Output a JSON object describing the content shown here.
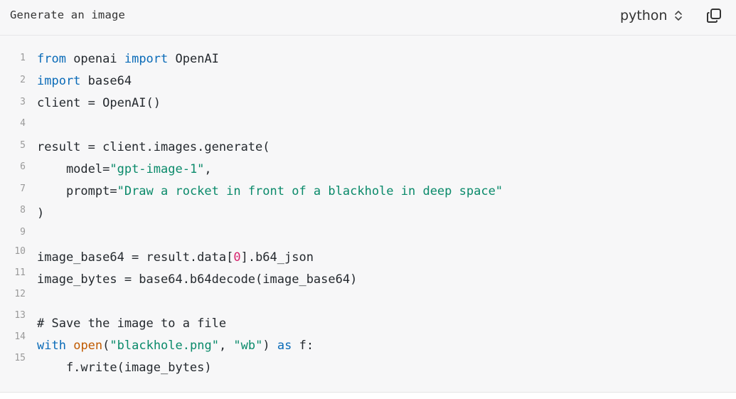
{
  "header": {
    "title": "Generate an image",
    "language": "python"
  },
  "line_numbers": [
    "1",
    "2",
    "3",
    "4",
    "5",
    "6",
    "7",
    "8",
    "9",
    "10",
    "11",
    "12",
    "13",
    "14",
    "15"
  ],
  "code_lines": [
    [
      {
        "t": "from",
        "c": "kw"
      },
      {
        "t": " openai ",
        "c": ""
      },
      {
        "t": "import",
        "c": "kw"
      },
      {
        "t": " OpenAI",
        "c": ""
      }
    ],
    [
      {
        "t": "import",
        "c": "kw"
      },
      {
        "t": " base64",
        "c": ""
      }
    ],
    [
      {
        "t": "client = OpenAI()",
        "c": ""
      }
    ],
    [],
    [
      {
        "t": "result = client.images.generate(",
        "c": ""
      }
    ],
    [
      {
        "t": "    model=",
        "c": ""
      },
      {
        "t": "\"gpt-image-1\"",
        "c": "str"
      },
      {
        "t": ",",
        "c": ""
      }
    ],
    [
      {
        "t": "    prompt=",
        "c": ""
      },
      {
        "t": "\"Draw a rocket in front of a blackhole in deep space\"",
        "c": "str"
      }
    ],
    [
      {
        "t": ")",
        "c": ""
      }
    ],
    [],
    [
      {
        "t": "image_base64 = result.data[",
        "c": ""
      },
      {
        "t": "0",
        "c": "num"
      },
      {
        "t": "].b64_json",
        "c": ""
      }
    ],
    [
      {
        "t": "image_bytes = base64.b64decode(image_base64)",
        "c": ""
      }
    ],
    [],
    [
      {
        "t": "# Save the image to a file",
        "c": ""
      }
    ],
    [
      {
        "t": "with",
        "c": "kw"
      },
      {
        "t": " ",
        "c": ""
      },
      {
        "t": "open",
        "c": "fn"
      },
      {
        "t": "(",
        "c": ""
      },
      {
        "t": "\"blackhole.png\"",
        "c": "str"
      },
      {
        "t": ", ",
        "c": ""
      },
      {
        "t": "\"wb\"",
        "c": "str"
      },
      {
        "t": ") ",
        "c": ""
      },
      {
        "t": "as",
        "c": "kw"
      },
      {
        "t": " f:",
        "c": ""
      }
    ],
    [
      {
        "t": "    f.write(image_bytes)",
        "c": ""
      }
    ]
  ],
  "icons": {
    "language_chevron": "chevron-up-down-icon",
    "copy": "copy-icon"
  },
  "colors": {
    "panel_background": "#f7f7f8",
    "keyword": "#0a6bb8",
    "string": "#0a8a6a",
    "number": "#d6246e",
    "builtin": "#c05a00",
    "text": "#24292e",
    "line_number": "#9a9a9a"
  }
}
